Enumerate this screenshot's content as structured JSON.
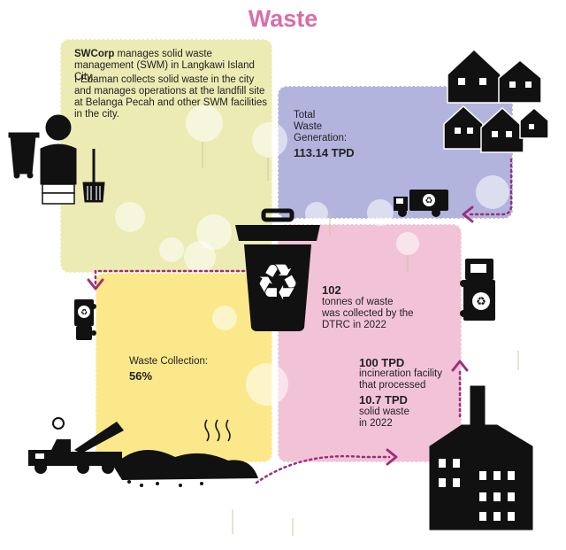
{
  "title": "Waste",
  "panel_management": {
    "org": "SWCorp",
    "line1": " manages solid waste management (SWM) in Langkawi Island City.",
    "para2": "I-Edaman collects solid waste in the city and manages operations at the landfill site at Belanga Pecah and other SWM facilities in the city."
  },
  "panel_generation": {
    "label_line1": "Total",
    "label_line2": "Waste",
    "label_line3": "Generation:",
    "value": "113.14 TPD"
  },
  "panel_collection": {
    "label": "Waste Collection:",
    "value": "56%"
  },
  "panel_dtrc": {
    "value": "102",
    "line1": "tonnes of waste",
    "line2": "was collected by the",
    "line3": "DTRC in 2022"
  },
  "panel_incineration": {
    "value1": "100 TPD",
    "line1": "incineration facility",
    "line2": "that processed",
    "value2": "10.7 TPD",
    "line3": "solid waste",
    "line4": "in 2022"
  },
  "icons": {
    "workers": "waste-workers-icon",
    "houses": "houses-icon",
    "bin": "recycle-bin-icon",
    "truck_top": "garbage-truck-icon",
    "truck_side": "garbage-truck-icon",
    "truck_left": "garbage-truck-icon",
    "dump": "dump-truck-landfill-icon",
    "factory": "incineration-factory-icon"
  },
  "colors": {
    "title": "#d76fa8",
    "arrow": "#9b2f7f",
    "green_panel": "#ecebb4",
    "blue_panel": "#b3b4dd",
    "yellow_panel": "#fbe88a",
    "pink_panel": "#f2c3d6"
  }
}
